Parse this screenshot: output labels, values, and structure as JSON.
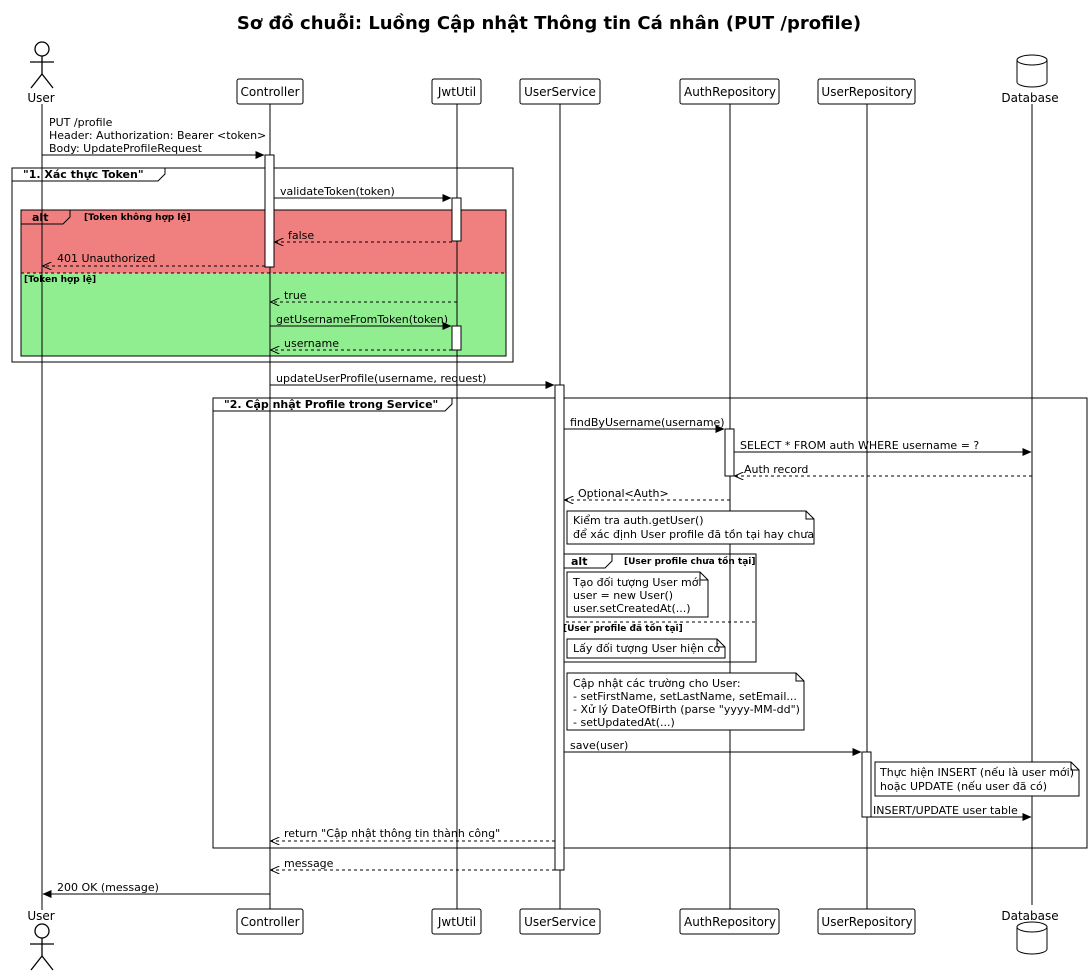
{
  "title": "Sơ đồ chuỗi: Luồng Cập nhật Thông tin Cá nhân (PUT /profile)",
  "participants": {
    "user": "User",
    "controller": "Controller",
    "jwtutil": "JwtUtil",
    "userservice": "UserService",
    "authrepo": "AuthRepository",
    "userrepo": "UserRepository",
    "database": "Database"
  },
  "messages": {
    "m1_line1": "PUT /profile",
    "m1_line2": "Header: Authorization: Bearer <token>",
    "m1_line3": "Body: UpdateProfileRequest",
    "validate": "validateToken(token)",
    "false": "false",
    "unauthorized": "401 Unauthorized",
    "true": "true",
    "get_username": "getUsernameFromToken(token)",
    "username": "username",
    "update_profile": "updateUserProfile(username, request)",
    "find_by_username": "findByUsername(username)",
    "select": "SELECT * FROM auth WHERE username = ?",
    "auth_record": "Auth record",
    "optional": "Optional<Auth>",
    "save": "save(user)",
    "insert_update": "INSERT/UPDATE user table",
    "return_success": "return \"Cập nhật thông tin thành công\"",
    "message": "message",
    "ok": "200 OK (message)"
  },
  "frames": {
    "auth": "\"1. Xác thực Token\"",
    "service": "\"2. Cập nhật Profile trong Service\"",
    "alt1_op": "alt",
    "alt1_guard1": "[Token không hợp lệ]",
    "alt1_guard2": "[Token hợp lệ]",
    "alt2_op": "alt",
    "alt2_guard1": "[User profile chưa tồn tại]",
    "alt2_guard2": "[User profile đã tồn tại]"
  },
  "notes": {
    "check_line1": "Kiểm tra auth.getUser()",
    "check_line2": "để xác định User profile đã tồn tại hay chưa",
    "create_line1": "Tạo đối tượng User mới",
    "create_line2": "user = new User()",
    "create_line3": "user.setCreatedAt(...)",
    "existing": "Lấy đối tượng User hiện có",
    "update_line1": "Cập nhật các trường cho User:",
    "update_line2": "- setFirstName, setLastName, setEmail...",
    "update_line3": "- Xử lý DateOfBirth (parse \"yyyy-MM-dd\")",
    "update_line4": "- setUpdatedAt(...)",
    "insert_line1": "Thực hiện INSERT (nếu là user mới)",
    "insert_line2": "hoặc UPDATE (nếu user đã có)"
  },
  "colors": {
    "invalid_token": "#F08080",
    "valid_token": "#90EE90"
  }
}
